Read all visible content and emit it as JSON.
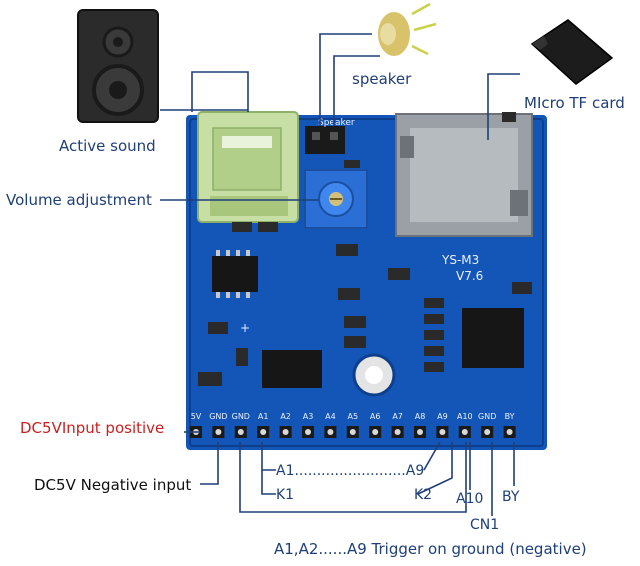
{
  "labels": {
    "active_sound": "Active sound",
    "speaker": "speaker",
    "micro_tf": "MIcro TF card",
    "volume": "Volume adjustment",
    "dc5v_pos": "DC5VInput positive",
    "dc5v_neg": "DC5V Negative input",
    "a1_a9": "A1.........................A9",
    "k1": "K1",
    "k2": "K2",
    "a10": "A10",
    "by": "BY",
    "cn1": "CN1",
    "trigger": "A1,A2......A9 Trigger on ground (negative)"
  },
  "board": {
    "model": "YS-M3",
    "version": "V7.6",
    "speaker_silk": "Speaker",
    "plus": "+",
    "pins": [
      "5V",
      "GND",
      "GND",
      "A1",
      "A2",
      "A3",
      "A4",
      "A5",
      "A6",
      "A7",
      "A8",
      "A9",
      "A10",
      "GND",
      "BY"
    ]
  },
  "colors": {
    "board": "#1456b8",
    "board_dark": "#0d3f8c",
    "line": "#1f3f78",
    "label_red": "#cc1f1f",
    "jack_green": "#c7dfa4",
    "pot_blue": "#2b6fd6",
    "sd_metal": "#9aa0a6"
  }
}
